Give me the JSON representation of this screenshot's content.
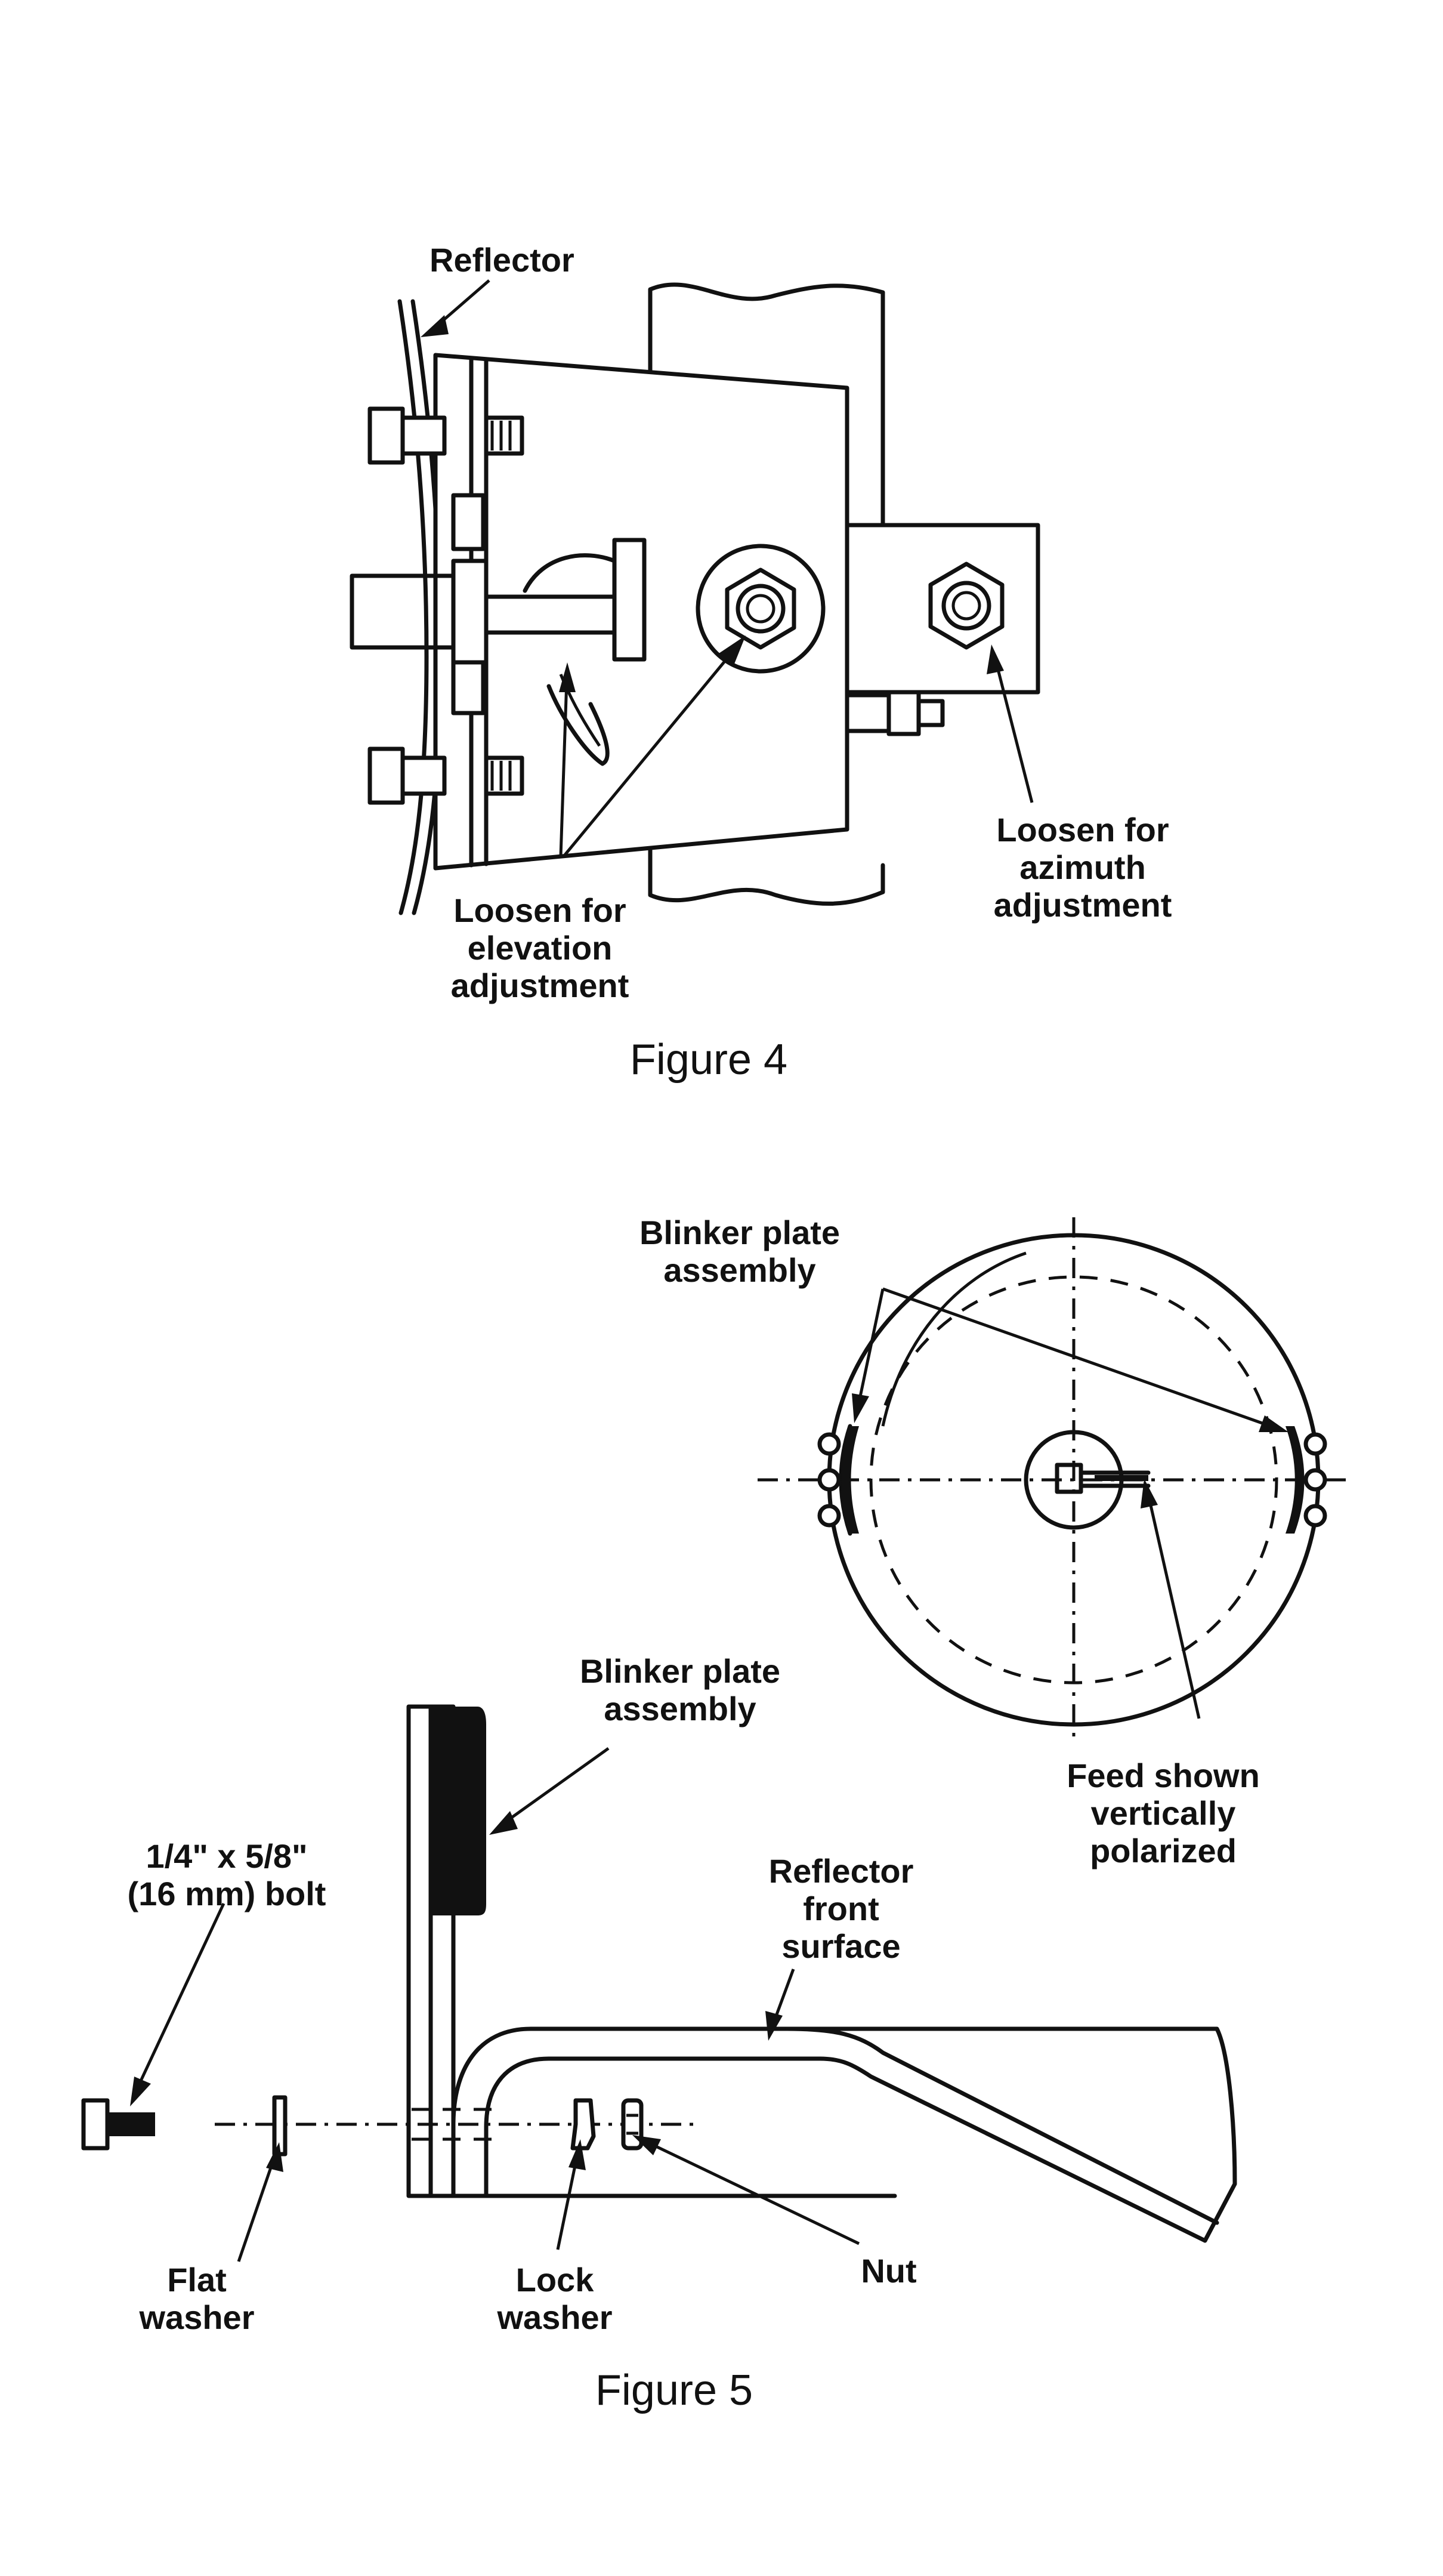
{
  "figure4": {
    "caption": "Figure 4",
    "labels": {
      "reflector": "Reflector",
      "elevation": [
        "Loosen for",
        "elevation",
        "adjustment"
      ],
      "azimuth": [
        "Loosen for",
        "azimuth",
        "adjustment"
      ]
    }
  },
  "figure5": {
    "caption": "Figure 5",
    "labels": {
      "blinker_top": [
        "Blinker plate",
        "assembly"
      ],
      "blinker_side": [
        "Blinker plate",
        "assembly"
      ],
      "feed": [
        "Feed shown",
        "vertically",
        "polarized"
      ],
      "bolt": [
        "1/4\" x 5/8\"",
        "(16 mm) bolt"
      ],
      "reflector_front": [
        "Reflector",
        "front",
        "surface"
      ],
      "flat_washer": [
        "Flat",
        "washer"
      ],
      "lock_washer": [
        "Lock",
        "washer"
      ],
      "nut": "Nut"
    }
  }
}
